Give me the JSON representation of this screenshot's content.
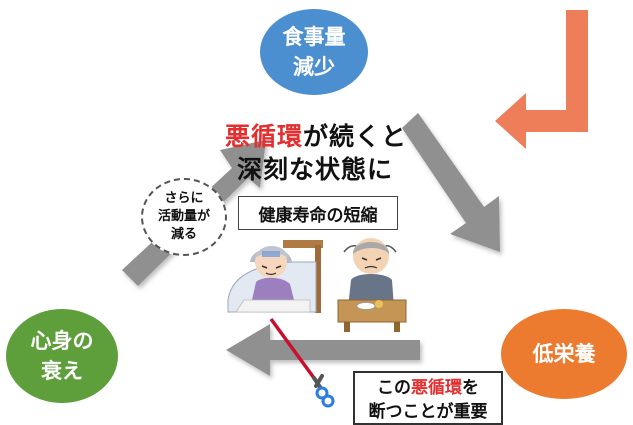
{
  "colors": {
    "intake_circle": "#4b8fd1",
    "frailty_circle": "#5e9e3b",
    "nutrition_circle": "#ec7a2f",
    "arrow_gray": "#909090",
    "accent_red": "#e32f2f",
    "corner_arrow": "#ee7d59"
  },
  "nodes": {
    "intake": "食事量\n減少",
    "frailty": "心身の\n衰え",
    "nutrition": "低栄養"
  },
  "title": {
    "line1_accent": "悪循環",
    "line1_rest": "が続くと",
    "line2": "深刻な状態に"
  },
  "life_box": "健康寿命の短縮",
  "activity_bubble": "さらに\n活動量が\n減る",
  "break_box": {
    "line1_prefix": "この",
    "line1_accent": "悪循環",
    "line1_suffix": "を",
    "line2": "断つことが重要"
  },
  "icons": {
    "cycle_arrows": "gray-block-arrow-icon",
    "corner": "return-arrow-icon",
    "scissors": "scissors-icon",
    "sick_person": "elderly-woman-in-bed-icon",
    "sad_person": "elderly-man-at-table-icon"
  }
}
